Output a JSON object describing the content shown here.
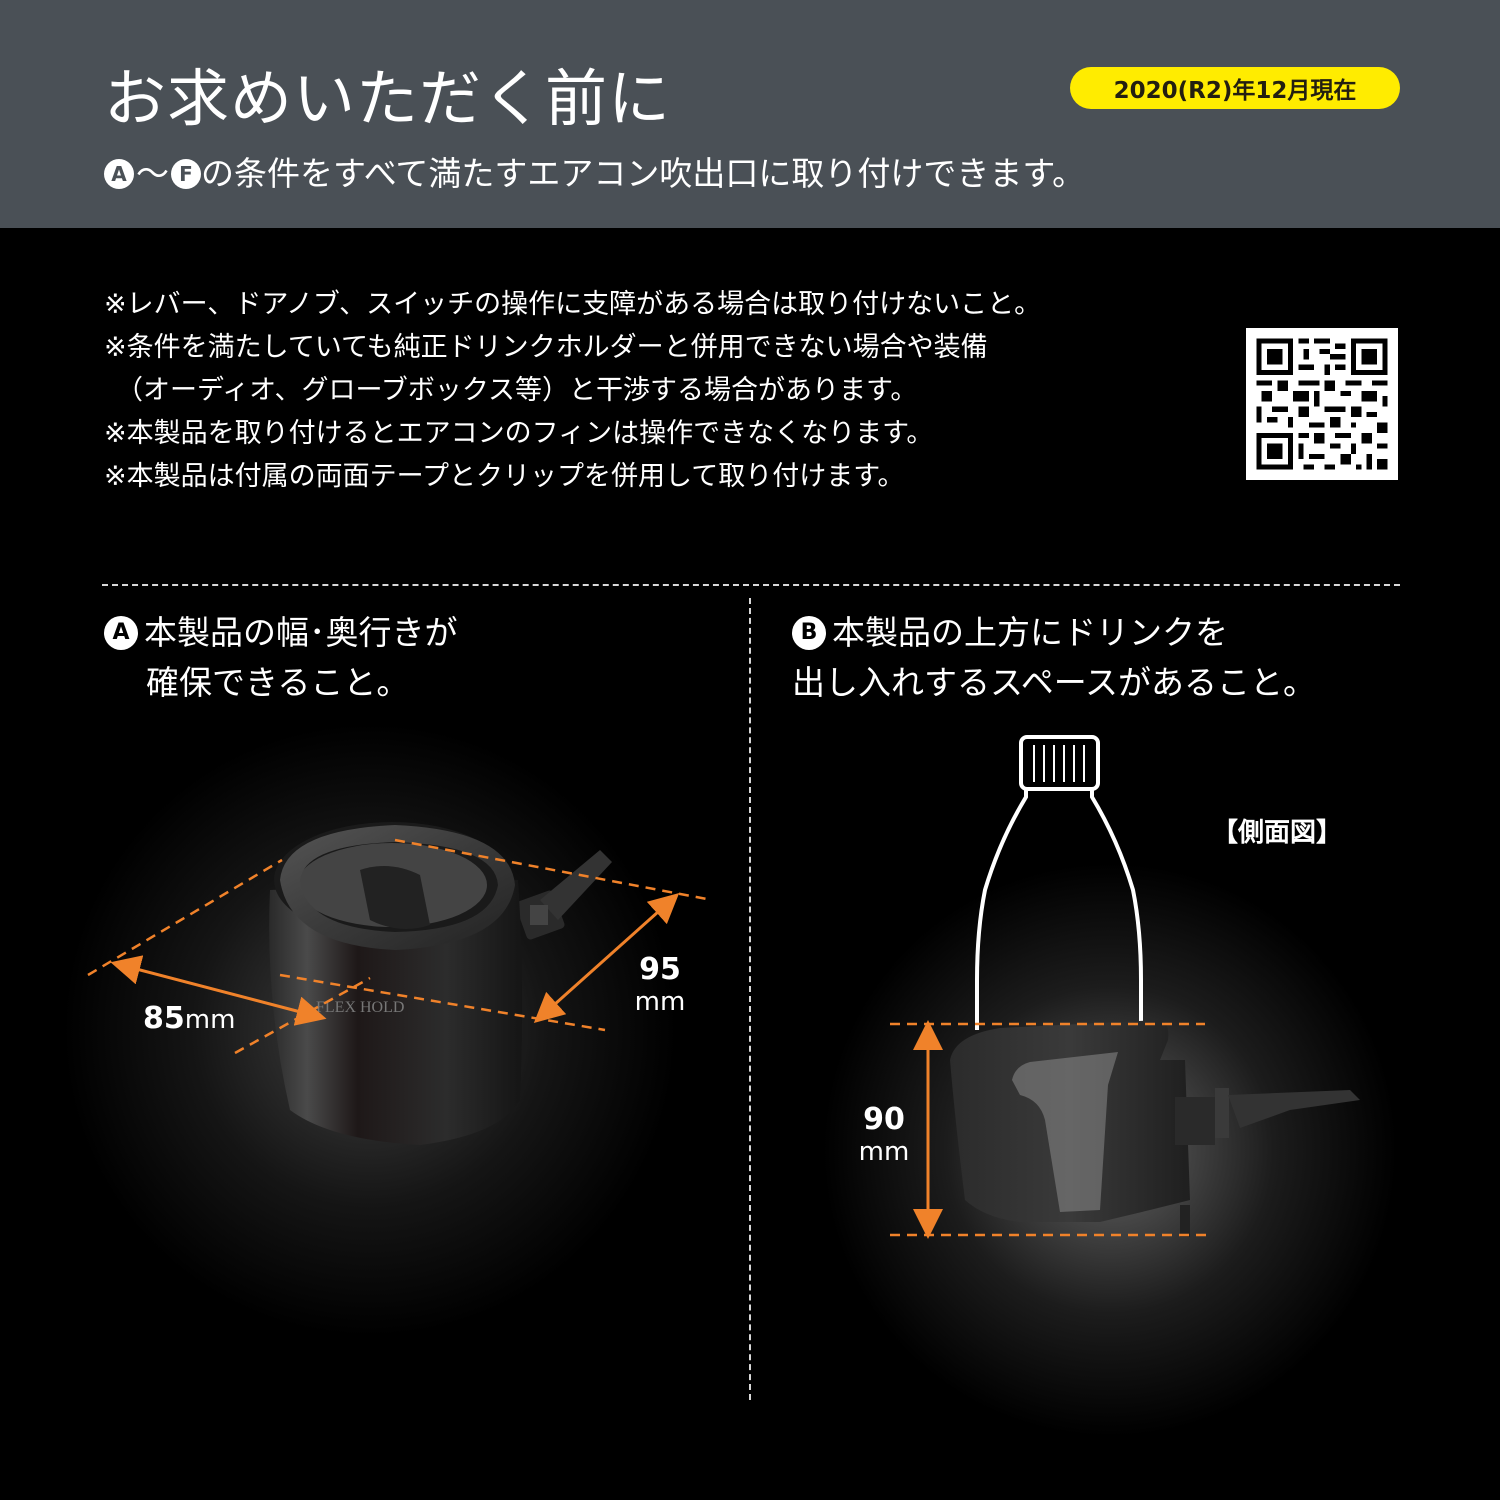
{
  "header": {
    "title": "お求めいただく前に",
    "date_badge": "2020(R2)年12月現在",
    "subtitle": {
      "from_marker": "A",
      "tilde": "～",
      "to_marker": "F",
      "text": "の条件をすべて満たすエアコン吹出口に取り付けできます。"
    }
  },
  "notes": [
    "※レバー、ドアノブ、スイッチの操作に支障がある場合は取り付けないこと。",
    "※条件を満たしていても純正ドリンクホルダーと併用できない場合や装備",
    "（オーディオ、グローブボックス等）と干渉する場合があります。",
    "※本製品を取り付けるとエアコンのフィンは操作できなくなります。",
    "※本製品は付属の両面テープとクリップを併用して取り付けます。"
  ],
  "qr": {
    "icon": "qr-code-icon"
  },
  "conditions": {
    "a": {
      "marker": "A",
      "line1": "本製品の幅･奥行きが",
      "line2": "確保できること。",
      "dimensions": {
        "width_num": "85",
        "width_unit": "mm",
        "depth_num": "95",
        "depth_unit": "mm"
      }
    },
    "b": {
      "marker": "B",
      "line1": "本製品の上方にドリンクを",
      "line2": "出し入れするスペースがあること。",
      "view_label": "【側面図】",
      "dimensions": {
        "height_num": "90",
        "height_unit": "mm"
      }
    }
  },
  "colors": {
    "header_bg": "#4a5056",
    "badge_bg": "#ffec00",
    "accent_orange": "#f0822a",
    "background": "#000000"
  },
  "product_label": "FLEX HOLD"
}
